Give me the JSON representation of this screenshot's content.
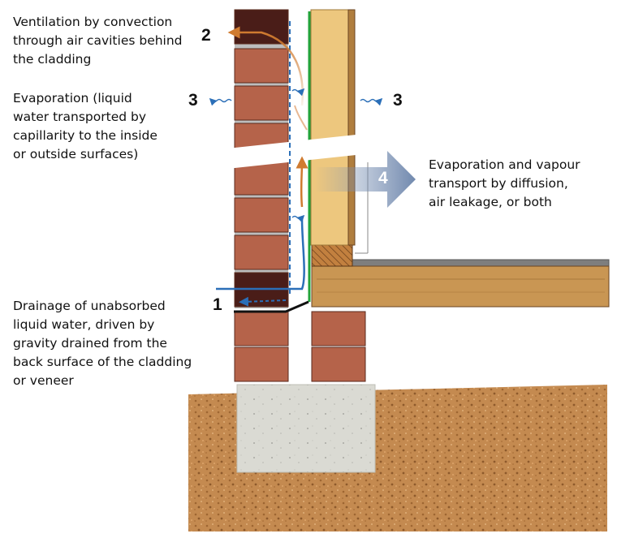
{
  "labels": {
    "ventilation": [
      "Ventilation by convection",
      "through air cavities behind",
      "the cladding"
    ],
    "evaporation": [
      "Evaporation (liquid",
      "water transported by",
      "capillarity to the inside",
      "or outside surfaces)"
    ],
    "vapour": [
      "Evaporation and vapour",
      "transport by diffusion,",
      "air leakage, or both"
    ],
    "drainage": [
      "Drainage of unabsorbed",
      "liquid water, driven by",
      "gravity drained from the",
      "back surface of the cladding",
      "or veneer"
    ]
  },
  "numbers": {
    "drainage": "1",
    "ventilation": "2",
    "evaporation_left": "3",
    "evaporation_right": "3",
    "vapour": "4"
  },
  "colors": {
    "brick": "#B5634A",
    "brick_dark": "#4A1D18",
    "insulation": "#EDC77E",
    "wood_frame": "#B07E3E",
    "floor_beam": "#C99653",
    "concrete": "#D9D9D2",
    "soil": "#C48A50",
    "membrane_green": "#22A33A",
    "water_blue": "#2B6FB8",
    "air_orange": "#D07B30",
    "vapour_arrow": "#8096B8"
  }
}
